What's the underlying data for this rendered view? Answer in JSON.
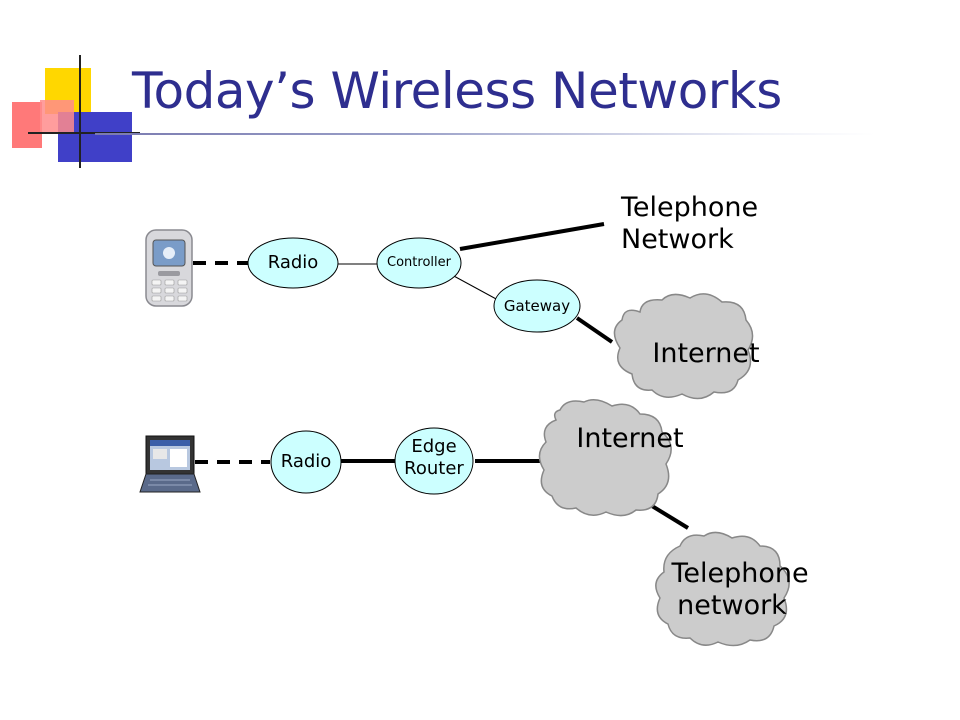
{
  "slide": {
    "title": "Today’s Wireless Networks"
  },
  "cellular": {
    "radio": "Radio",
    "controller": "Controller",
    "gateway": "Gateway",
    "telephone_line1": "Telephone",
    "telephone_line2": "Network",
    "internet": "Internet"
  },
  "wifi": {
    "radio": "Radio",
    "router_line1": "Edge",
    "router_line2": "Router",
    "internet": "Internet",
    "telephone_line1": "Telephone",
    "telephone_line2": "network"
  },
  "colors": {
    "title": "#2e2e8f",
    "node_fill": "#ccffff",
    "cloud_fill": "#cccccc",
    "accent_yellow": "#ffd700",
    "accent_red": "#ff5a5a",
    "accent_blue": "#4040c8"
  },
  "icons": [
    "cellphone-icon",
    "laptop-icon",
    "cloud-icon"
  ]
}
